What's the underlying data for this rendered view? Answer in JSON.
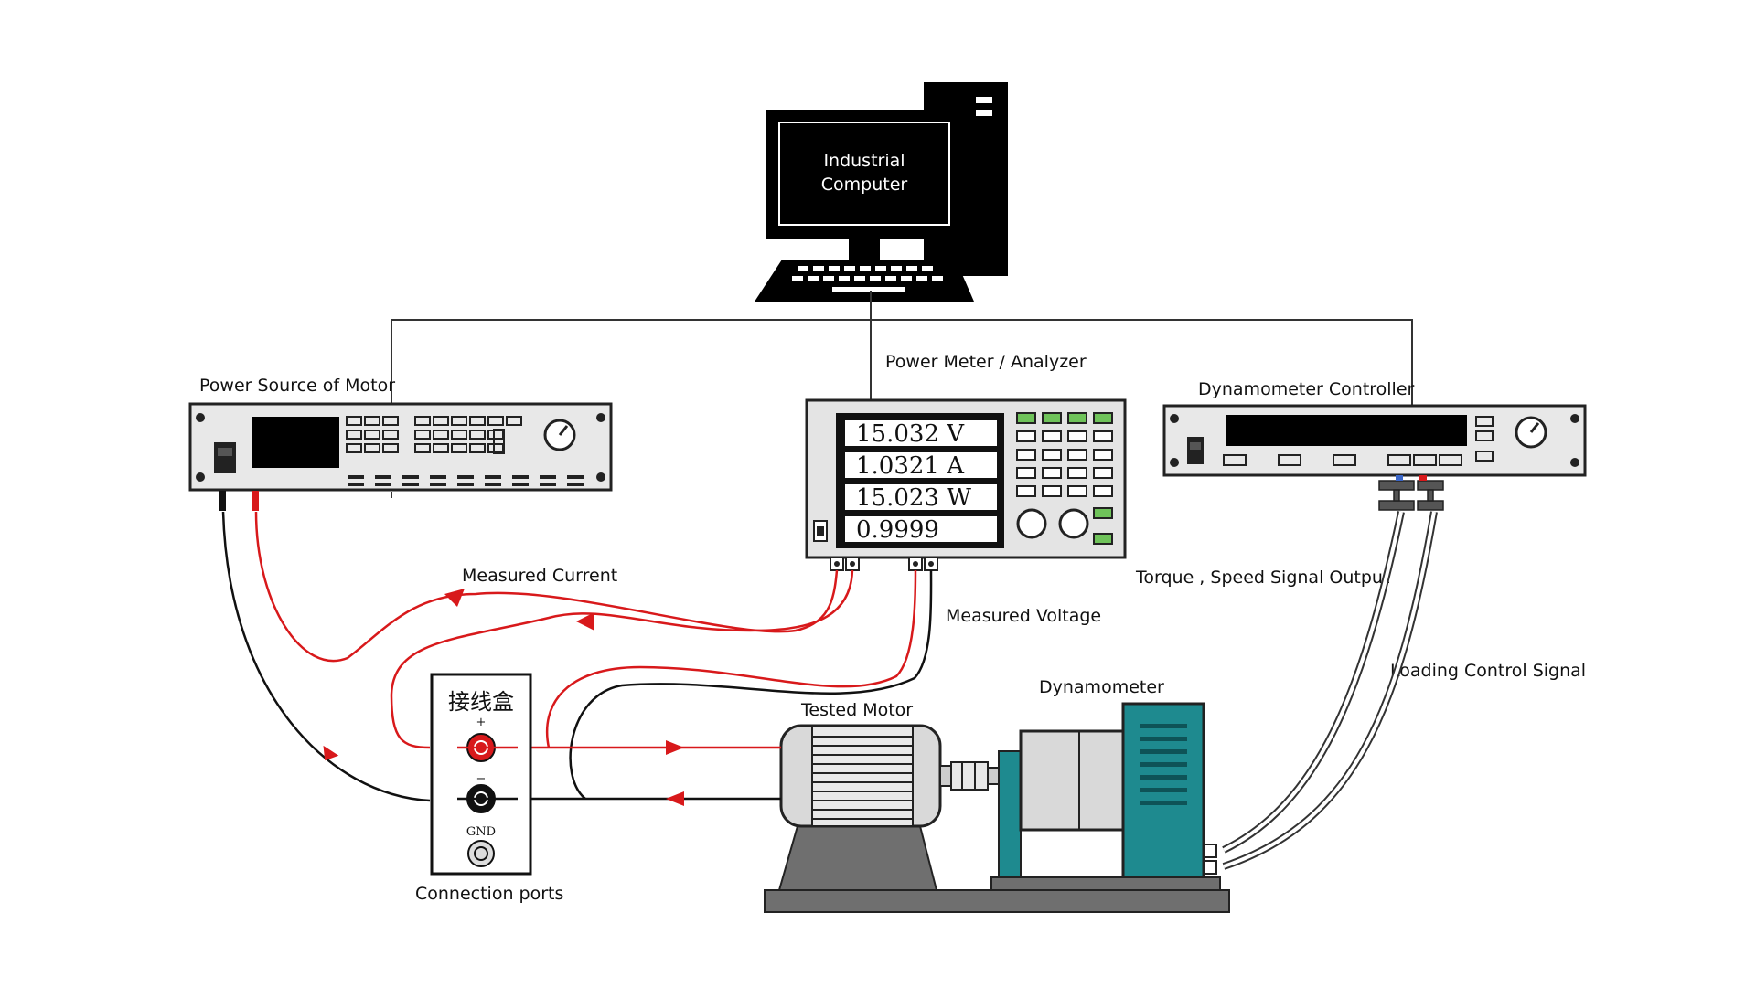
{
  "labels": {
    "computer_line1": "Industrial",
    "computer_line2": "Computer",
    "power_source": "Power Source of Motor",
    "power_meter": "Power Meter / Analyzer",
    "dyno_controller": "Dynamometer Controller",
    "measured_current": "Measured Current",
    "measured_voltage": "Measured Voltage",
    "torque_speed": "Torque  , Speed Signal Output",
    "loading_control": "Loading Control Signal",
    "dynamometer": "Dynamometer",
    "tested_motor": "Tested Motor",
    "connection_ports": "Connection ports"
  },
  "meter_readings": [
    "15.032 V",
    "1.0321 A",
    "15.023 W",
    "0.9999"
  ],
  "junction_box": {
    "title": "接线盒",
    "plus": "+",
    "minus": "−",
    "gnd": "GND"
  },
  "colors": {
    "current_wire": "#d8191b",
    "voltage_wire": "#111111",
    "dynamometer": "#1e8a8f",
    "equipment_panel": "#e8e8e8"
  }
}
